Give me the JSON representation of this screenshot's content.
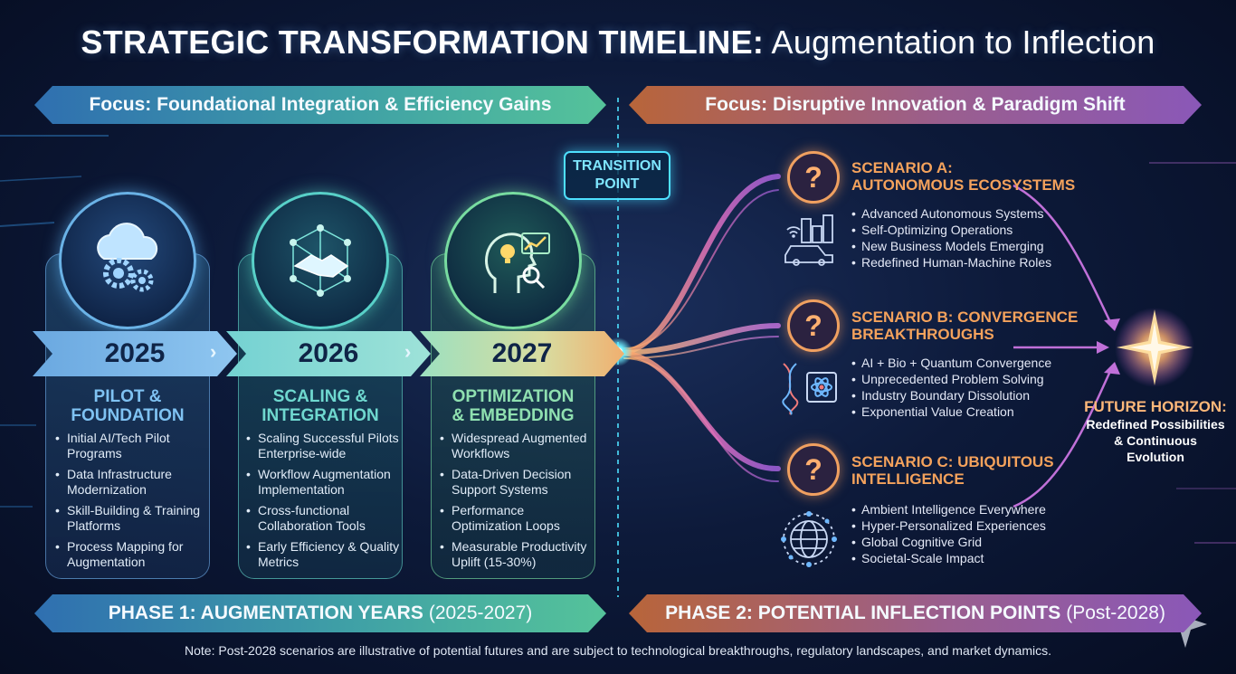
{
  "title": {
    "bold": "STRATEGIC TRANSFORMATION TIMELINE:",
    "light": "Augmentation to Inflection"
  },
  "focus_left": "Focus: Foundational Integration & Efficiency Gains",
  "focus_right": "Focus: Disruptive Innovation & Paradigm Shift",
  "transition": {
    "line1": "TRANSITION",
    "line2": "POINT"
  },
  "years": [
    {
      "year": "2025",
      "icon": "cloud-gears-icon",
      "name_line1": "PILOT &",
      "name_line2": "FOUNDATION",
      "bullets": [
        "Initial AI/Tech Pilot Programs",
        "Data Infrastructure Modernization",
        "Skill-Building & Training Platforms",
        "Process Mapping for Augmentation"
      ]
    },
    {
      "year": "2026",
      "icon": "handshake-network-icon",
      "name_line1": "SCALING &",
      "name_line2": "INTEGRATION",
      "bullets": [
        "Scaling Successful Pilots Enterprise-wide",
        "Workflow Augmentation Implementation",
        "Cross-functional Collaboration Tools",
        "Early Efficiency & Quality Metrics"
      ]
    },
    {
      "year": "2027",
      "icon": "head-lightbulb-analytics-icon",
      "name_line1": "OPTIMIZATION",
      "name_line2": "& EMBEDDING",
      "bullets": [
        "Widespread Augmented Workflows",
        "Data-Driven Decision Support Systems",
        "Performance Optimization Loops",
        "Measurable Productivity Uplift (15-30%)"
      ]
    }
  ],
  "scenarios": [
    {
      "title_line1": "SCENARIO A:",
      "title_line2": "AUTONOMOUS ECOSYSTEMS",
      "icon": "smart-city-car-icon",
      "bullets": [
        "Advanced Autonomous Systems",
        "Self-Optimizing Operations",
        "New Business Models Emerging",
        "Redefined Human-Machine Roles"
      ]
    },
    {
      "title_line1": "SCENARIO B: CONVERGENCE",
      "title_line2": "BREAKTHROUGHS",
      "icon": "dna-chip-atom-icon",
      "bullets": [
        "AI + Bio + Quantum Convergence",
        "Unprecedented Problem Solving",
        "Industry Boundary Dissolution",
        "Exponential Value Creation"
      ]
    },
    {
      "title_line1": "SCENARIO C: UBIQUITOUS",
      "title_line2": "INTELLIGENCE",
      "icon": "global-network-icon",
      "bullets": [
        "Ambient Intelligence Everywhere",
        "Hyper-Personalized Experiences",
        "Global Cognitive Grid",
        "Societal-Scale Impact"
      ]
    }
  ],
  "question_mark": "?",
  "future": {
    "title": "FUTURE HORIZON:",
    "line1": "Redefined Possibilities",
    "line2": "& Continuous",
    "line3": "Evolution"
  },
  "phase1": {
    "bold": "PHASE 1: AUGMENTATION YEARS",
    "thin": "(2025-2027)"
  },
  "phase2": {
    "bold": "PHASE 2: POTENTIAL INFLECTION POINTS",
    "thin": "(Post-2028)"
  },
  "note": "Note: Post-2028 scenarios are illustrative of potential futures and are subject to technological breakthroughs, regulatory landscapes, and market dynamics.",
  "colors": {
    "phase1_accent": "#5aa8e0",
    "transition_accent": "#4ee0ff",
    "scenario_accent": "#f4a25c",
    "phase2_accent": "#9a5eb8"
  }
}
